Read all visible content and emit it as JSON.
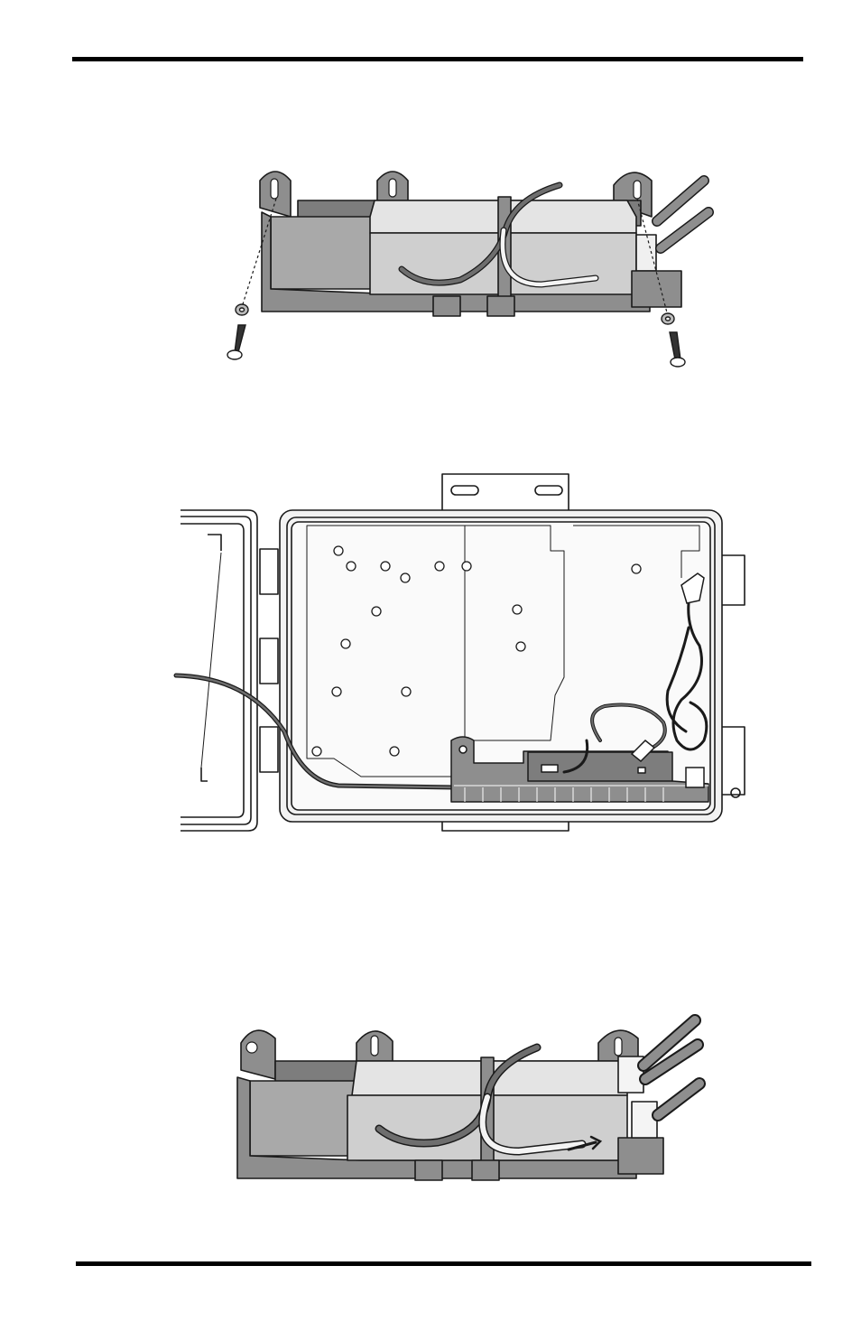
{
  "page": {
    "figures": [
      {
        "id": "figure-1",
        "subject": "battery-tray-mounting"
      },
      {
        "id": "figure-2",
        "subject": "enclosure-interior-open-door"
      },
      {
        "id": "figure-3",
        "subject": "battery-tray-connected"
      }
    ]
  },
  "colors": {
    "line": "#1a1a1a",
    "tray_fill": "#8e8e8e",
    "tray_inner": "#a9a9a9",
    "battery_fill": "#cfcfcf",
    "battery_top": "#e4e4e4",
    "cable": "#6e6e6e",
    "enclosure_fill": "#f2f2f2"
  }
}
